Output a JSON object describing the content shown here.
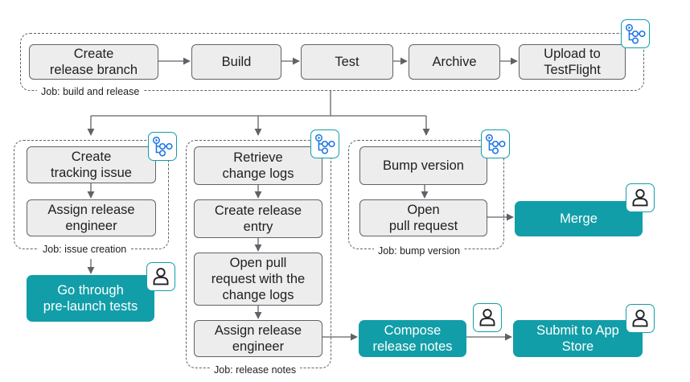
{
  "colors": {
    "step_fill": "#ededed",
    "step_border": "#5f6368",
    "manual_fill": "#129ea8",
    "manual_text": "#ffffff",
    "action_icon": "#1a73e8",
    "line": "#5f6368"
  },
  "jobs": {
    "build_and_release": {
      "label": "Job: build and release",
      "steps": {
        "create_release_branch": "Create\nrelease branch",
        "build": "Build",
        "test": "Test",
        "archive": "Archive",
        "upload_to_testflight": "Upload to\nTestFlight"
      }
    },
    "issue_creation": {
      "label": "Job: issue creation",
      "steps": {
        "create_tracking_issue": "Create\ntracking issue",
        "assign_release_engineer": "Assign release\nengineer"
      }
    },
    "release_notes": {
      "label": "Job: release notes",
      "steps": {
        "retrieve_change_logs": "Retrieve\nchange logs",
        "create_release_entry": "Create release\nentry",
        "open_pull_request": "Open pull\nrequest with the\nchange logs",
        "assign_release_engineer": "Assign release\nengineer"
      }
    },
    "bump_version": {
      "label": "Job: bump version",
      "steps": {
        "bump_version": "Bump version",
        "open_pull_request": "Open\npull request"
      }
    }
  },
  "manual_steps": {
    "pre_launch_tests": "Go through\npre-launch tests",
    "merge": "Merge",
    "compose_release_notes": "Compose\nrelease notes",
    "submit_to_app_store": "Submit to App\nStore"
  },
  "icons": {
    "github_action": "github-actions-icon",
    "person": "person-icon"
  }
}
